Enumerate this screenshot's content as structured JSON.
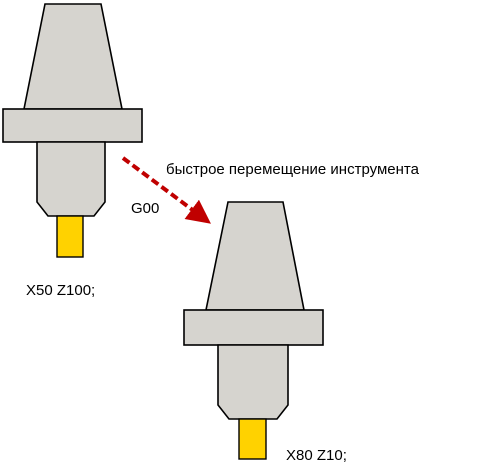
{
  "labels": {
    "motion_description": "быстрое перемещение инструмента",
    "command": "G00",
    "start_position": "X50 Z100;",
    "end_position": "X80 Z10;"
  },
  "colors": {
    "tool_body": "#d6d4cf",
    "cutting_bit": "#ffd200",
    "arrow": "#c00000",
    "outline": "#000000"
  }
}
